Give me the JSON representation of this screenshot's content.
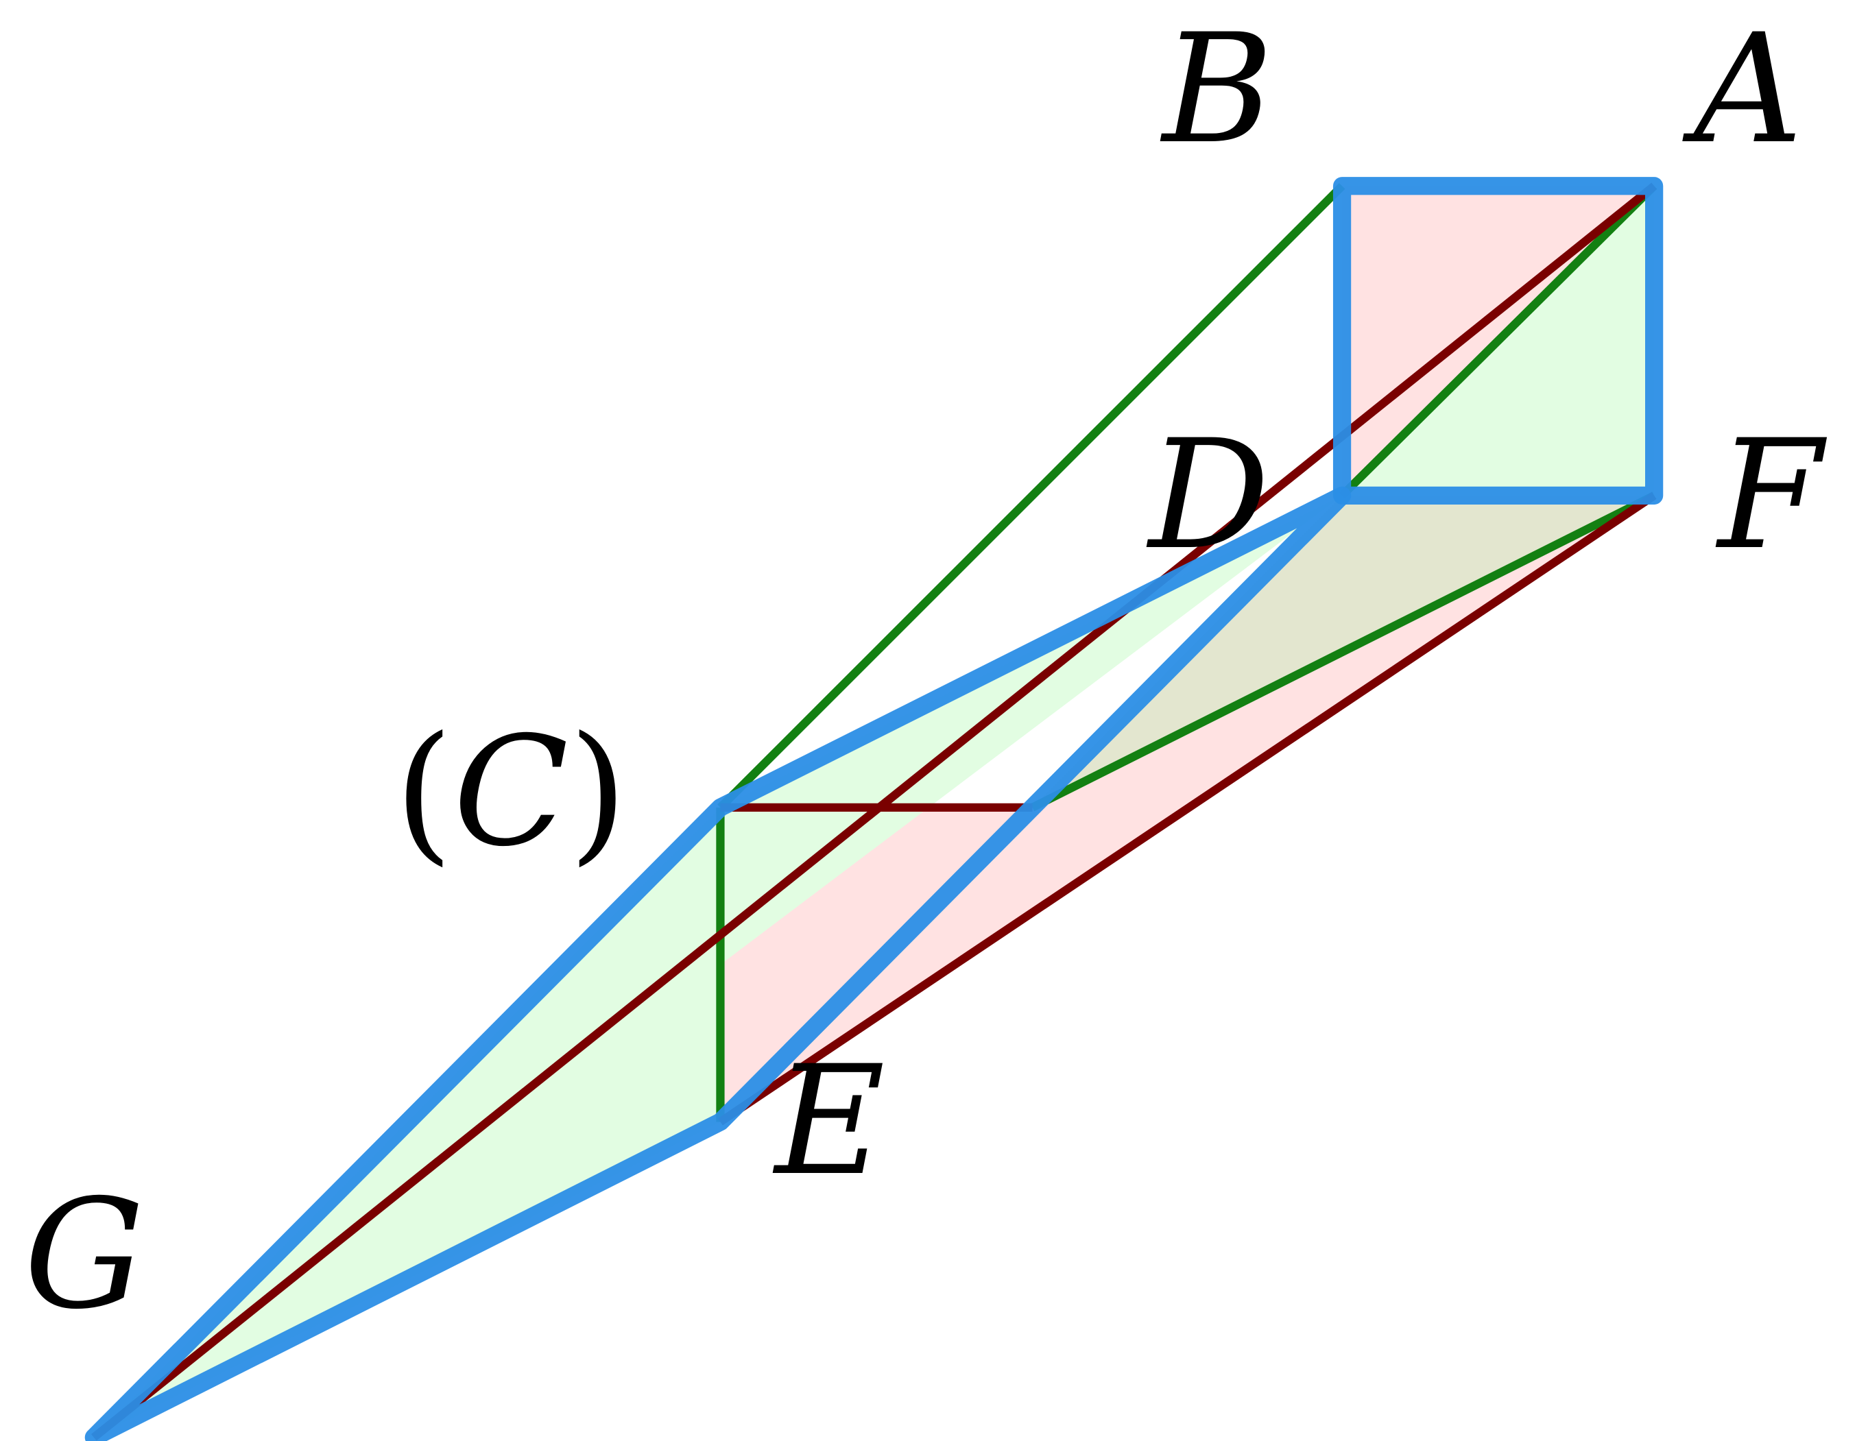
{
  "labels": {
    "A": "A",
    "B": "B",
    "C": "C",
    "C_open": "(",
    "C_close": ")",
    "D": "D",
    "E": "E",
    "F": "F",
    "G": "G"
  },
  "colors": {
    "pink_fill": "#ffe2e2",
    "light_green_fill": "#e2fde2",
    "olive_fill": "#e3e6cf",
    "dark_red_line": "#7a0000",
    "green_line": "#138012",
    "blue_outline": "#2b8ee6",
    "label_text": "#000000"
  }
}
